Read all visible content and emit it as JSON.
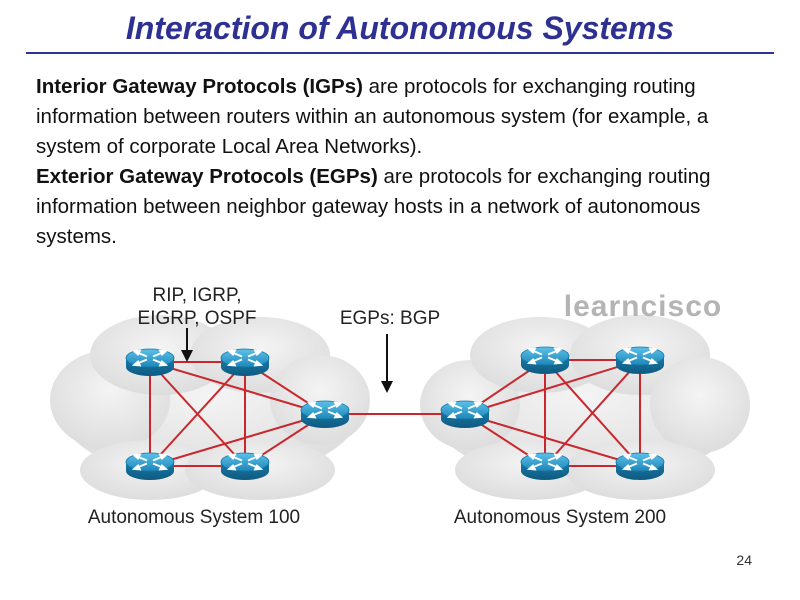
{
  "slide": {
    "title": "Interaction of Autonomous Systems",
    "igp_term": "Interior Gateway Protocols (IGPs)",
    "igp_text_1": " are protocols for exchanging routing information between routers within an autonomous system (for example, a system of corporate Local Area Networks).",
    "egp_term": "Exterior Gateway Protocols (EGPs)",
    "egp_text_1": " are protocols for exchanging routing information between neighbor gateway hosts in a network of autonomous systems.",
    "page_number": "24"
  },
  "diagram": {
    "igp_label_line1": "RIP, IGRP,",
    "igp_label_line2": "EIGRP, OSPF",
    "egp_label": "EGPs: BGP",
    "watermark": "learncisco",
    "as1_label": "Autonomous System 100",
    "as2_label": "Autonomous System 200",
    "colors": {
      "title": "#2e3192",
      "link": "#c8282d",
      "router": "#1e87b8",
      "cloud": "#e6e6e6",
      "watermark": "#b4b4b4"
    }
  }
}
